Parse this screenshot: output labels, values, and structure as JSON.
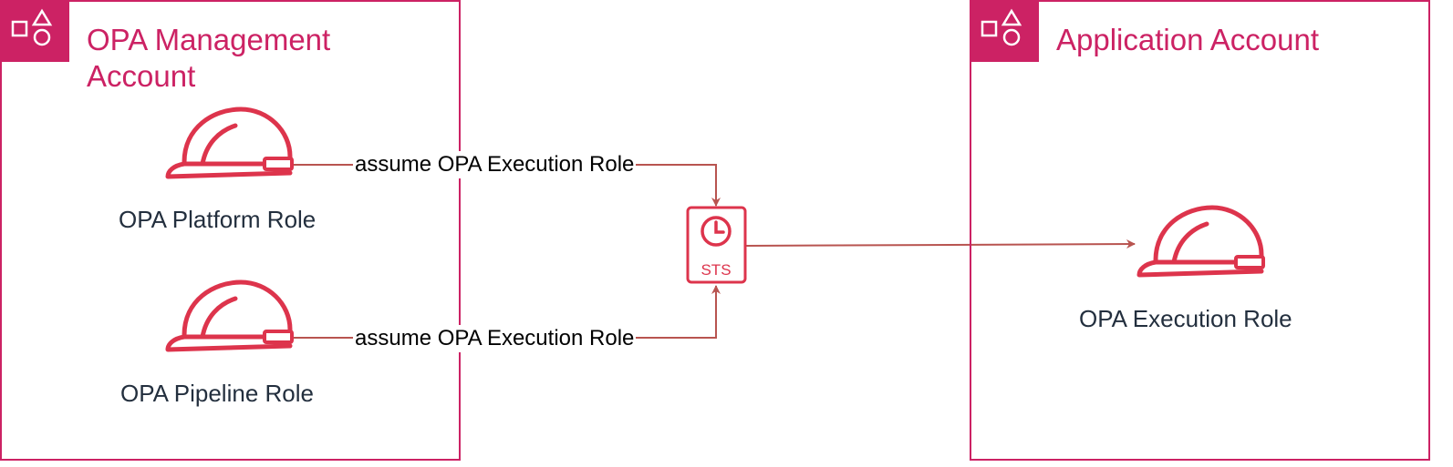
{
  "management_account": {
    "title": "OPA Management\nAccount",
    "roles": [
      {
        "label": "OPA Platform Role"
      },
      {
        "label": "OPA Pipeline Role"
      }
    ]
  },
  "application_account": {
    "title": "Application Account",
    "roles": [
      {
        "label": "OPA Execution Role"
      }
    ]
  },
  "sts": {
    "label": "STS"
  },
  "edges": [
    {
      "from": "OPA Platform Role",
      "to": "STS",
      "label": "assume OPA Execution Role"
    },
    {
      "from": "OPA Pipeline Role",
      "to": "STS",
      "label": "assume OPA Execution Role"
    },
    {
      "from": "STS",
      "to": "OPA Execution Role",
      "label": ""
    }
  ],
  "colors": {
    "account_border": "#cc2264",
    "icon": "#dd344c",
    "connector": "#b85450",
    "text": "#232f3e"
  }
}
